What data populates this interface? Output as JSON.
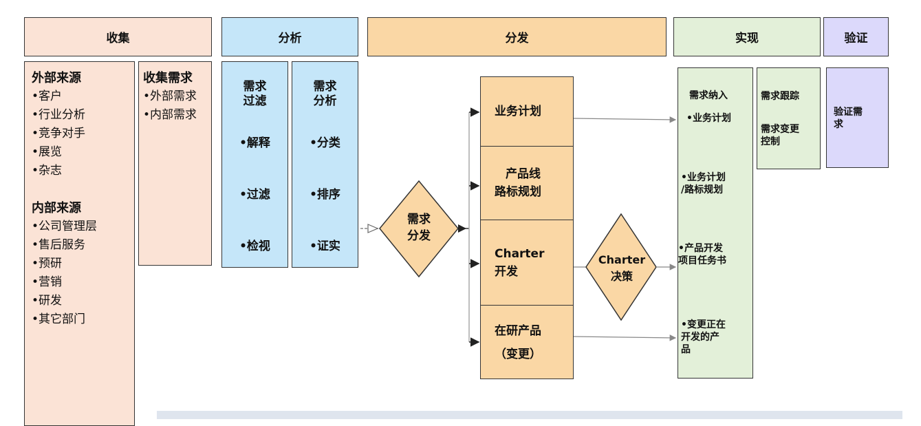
{
  "headers": {
    "collect": "收集",
    "analyze": "分析",
    "distribute": "分发",
    "implement": "实现",
    "verify": "验证"
  },
  "external": {
    "title": "外部来源",
    "items": [
      "•客户",
      "•行业分析",
      "•竞争对手",
      "•展览",
      "•杂志"
    ]
  },
  "internal": {
    "title": "内部来源",
    "items": [
      "•公司管理层",
      "•售后服务",
      "•预研",
      "•营销",
      "•研发",
      "•其它部门"
    ]
  },
  "collect_req": {
    "title": "收集需求",
    "items": [
      "•外部需求",
      "•内部需求"
    ]
  },
  "filter": {
    "title_line1": "需求",
    "title_line2": "过滤",
    "items": [
      "•解释",
      "•过滤",
      "•检视"
    ]
  },
  "analysis": {
    "title_line1": "需求",
    "title_line2": "分析",
    "items": [
      "•分类",
      "•排序",
      "•证实"
    ]
  },
  "dispatch_diamond": {
    "line1": "需求",
    "line2": "分发"
  },
  "targets": {
    "business_plan": "业务计划",
    "product_line_1": "产品线",
    "product_line_2": "路标规划",
    "charter_1": "Charter",
    "charter_2": "开发",
    "in_dev_1": "在研产品",
    "in_dev_2": "（变更）"
  },
  "charter_diamond": {
    "line1": "Charter",
    "line2": "决策"
  },
  "impl": {
    "include_title": "需求纳入",
    "item1": "•业务计划",
    "item2_1": "•业务计划",
    "item2_2": "/路标规划",
    "item3_1": "•产品开发",
    "item3_2": "项目任务书",
    "item4_1": "•变更正在",
    "item4_2": "开发的产",
    "item4_3": "品"
  },
  "tracking": {
    "line1": "需求跟踪",
    "line2": "需求变更",
    "line3": "控制"
  },
  "verify_box": {
    "line1": "验证需",
    "line2": "求"
  },
  "colors": {
    "peach": "#fbe3d6",
    "blue": "#c5e6f9",
    "orange": "#fad7a5",
    "green": "#e3f0d9",
    "purple": "#dcd9fb",
    "connector": "#888888",
    "outline": "#333333"
  }
}
